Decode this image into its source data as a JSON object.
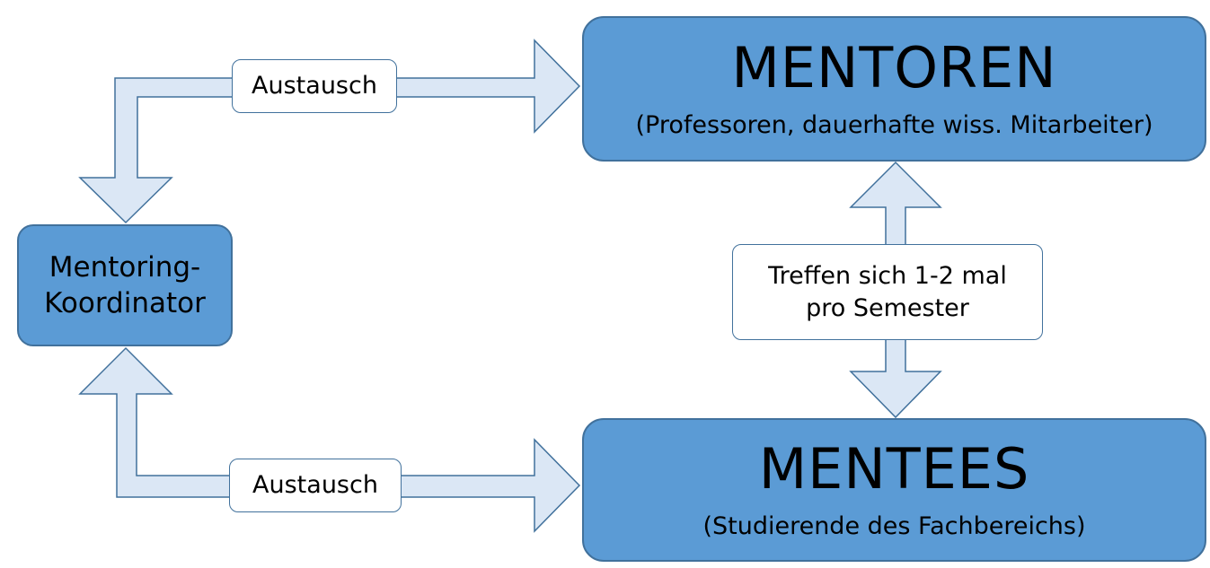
{
  "colors": {
    "node_fill": "#5b9bd5",
    "node_border": "#41719c",
    "arrow_fill": "#dbe7f5",
    "arrow_border": "#41719c",
    "label_fill": "#ffffff"
  },
  "nodes": {
    "mentoren": {
      "title": "MENTOREN",
      "subtitle": "(Professoren, dauerhafte wiss. Mitarbeiter)"
    },
    "mentees": {
      "title": "MENTEES",
      "subtitle": "(Studierende des Fachbereichs)"
    },
    "koordinator": {
      "line1": "Mentoring-",
      "line2": "Koordinator"
    }
  },
  "edges": {
    "top_label": "Austausch",
    "bottom_label": "Austausch",
    "meeting_line1": "Treffen sich 1-2 mal",
    "meeting_line2": "pro Semester"
  }
}
